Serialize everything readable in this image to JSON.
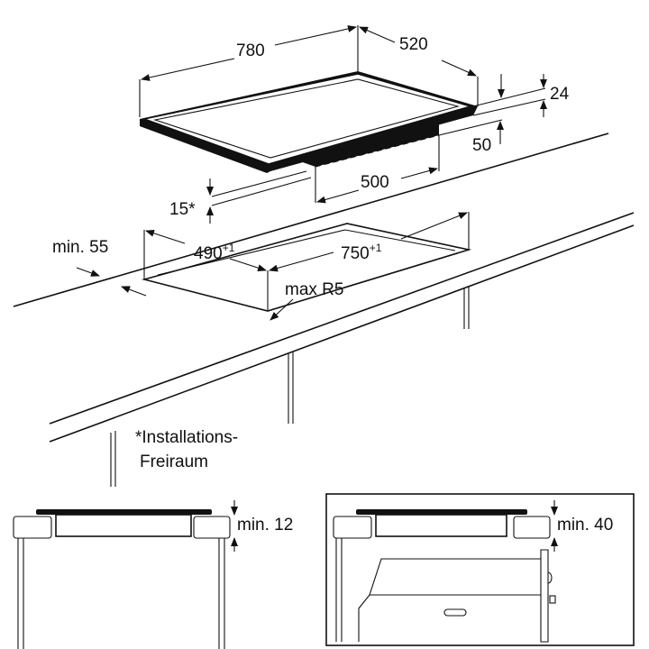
{
  "dimensions": {
    "width": "780",
    "depth": "520",
    "thickness": "24",
    "body_height": "50",
    "body_width": "500",
    "clearance": "15*",
    "min_front": "min. 55",
    "cutout_depth": "490",
    "cutout_depth_tol": "+1",
    "cutout_width": "750",
    "cutout_width_tol": "+1",
    "radius": "max R5",
    "min_gap_left": "min. 12",
    "min_gap_right": "min. 40"
  },
  "footnote": {
    "line1": "*Installations-",
    "line2": "Freiraum"
  }
}
